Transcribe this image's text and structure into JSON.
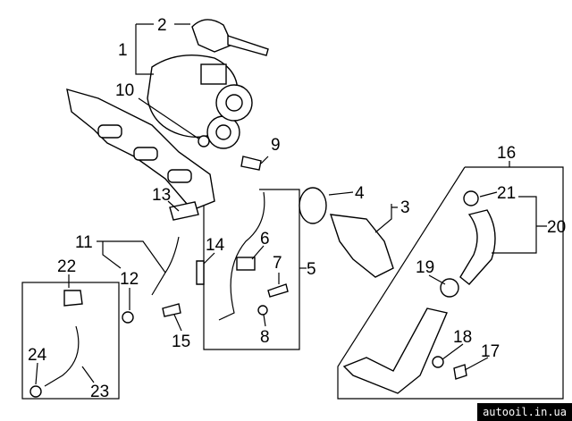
{
  "diagram": {
    "callouts": [
      "1",
      "2",
      "3",
      "4",
      "5",
      "6",
      "7",
      "8",
      "9",
      "10",
      "11",
      "12",
      "13",
      "14",
      "15",
      "16",
      "17",
      "18",
      "19",
      "20",
      "21",
      "22",
      "23",
      "24"
    ],
    "watermark": "autooil.in.ua",
    "site_label": "autooil.in.ua"
  }
}
